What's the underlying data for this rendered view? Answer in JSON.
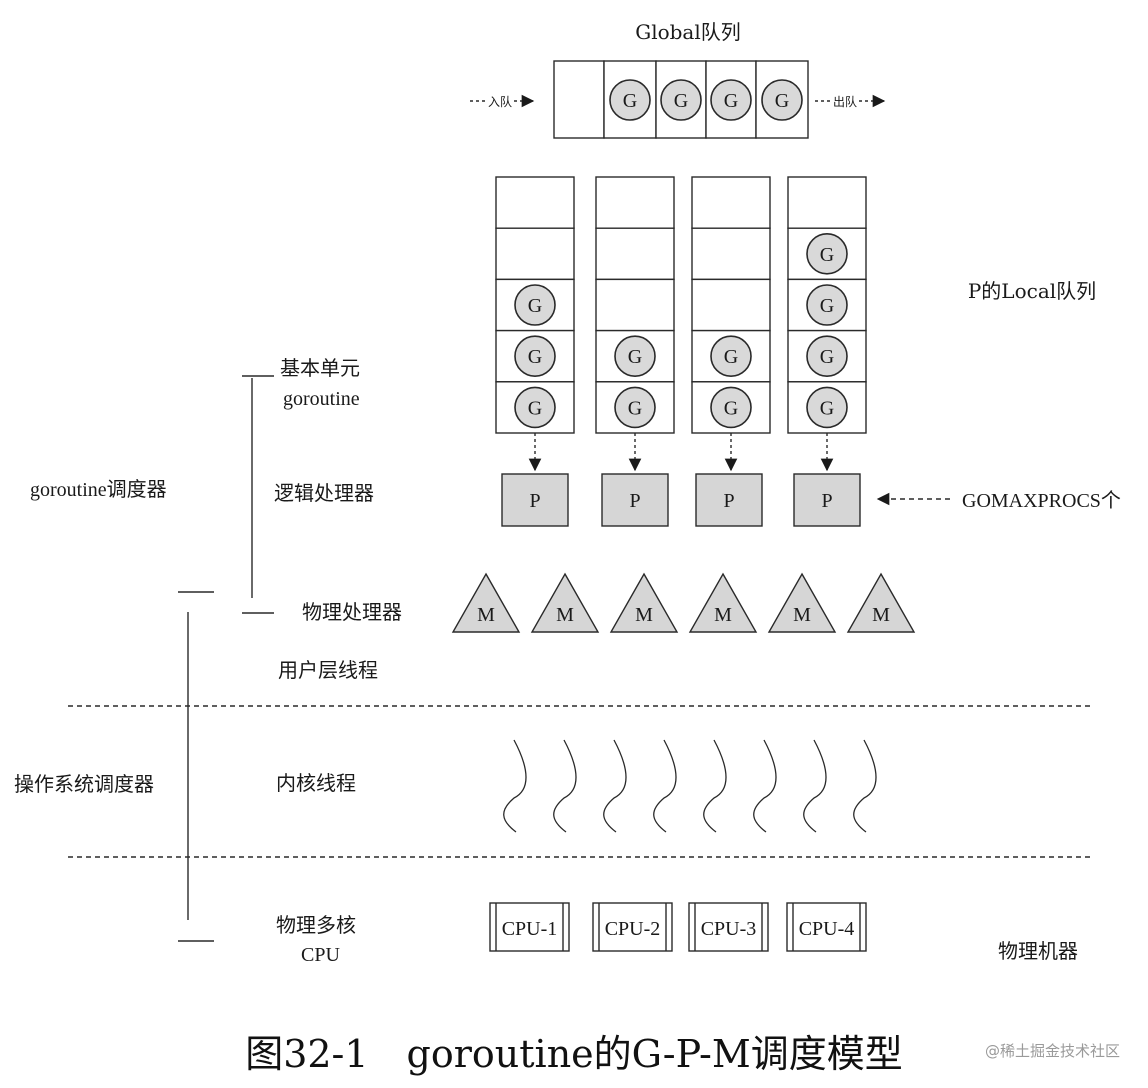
{
  "global_queue": {
    "title": "Global队列",
    "enqueue_label": "入队",
    "dequeue_label": "出队",
    "slots": [
      "",
      "G",
      "G",
      "G",
      "G"
    ]
  },
  "local_queues": {
    "title": "P的Local队列",
    "columns": [
      [
        "",
        "",
        "G",
        "G",
        "G"
      ],
      [
        "",
        "",
        "",
        "G",
        "G"
      ],
      [
        "",
        "",
        "",
        "G",
        "G"
      ],
      [
        "",
        "G",
        "G",
        "G",
        "G"
      ]
    ]
  },
  "processors": {
    "label": "P",
    "count": 4,
    "gomaxprocs_label": "GOMAXPROCS个"
  },
  "machines": {
    "label": "M",
    "count": 6
  },
  "kernel_threads": {
    "count": 8
  },
  "cpus": [
    "CPU-1",
    "CPU-2",
    "CPU-3",
    "CPU-4"
  ],
  "labels": {
    "goroutine_basic_1": "基本单元",
    "goroutine_basic_2": "goroutine",
    "logical_processor": "逻辑处理器",
    "physical_processor": "物理处理器",
    "user_thread": "用户层线程",
    "kernel_thread": "内核线程",
    "multicore_1": "物理多核",
    "multicore_2": "CPU",
    "goroutine_scheduler": "goroutine调度器",
    "os_scheduler": "操作系统调度器",
    "physical_machine": "物理机器"
  },
  "caption": "图32-1　goroutine的G-P-M调度模型",
  "watermark": "@稀土掘金技术社区"
}
